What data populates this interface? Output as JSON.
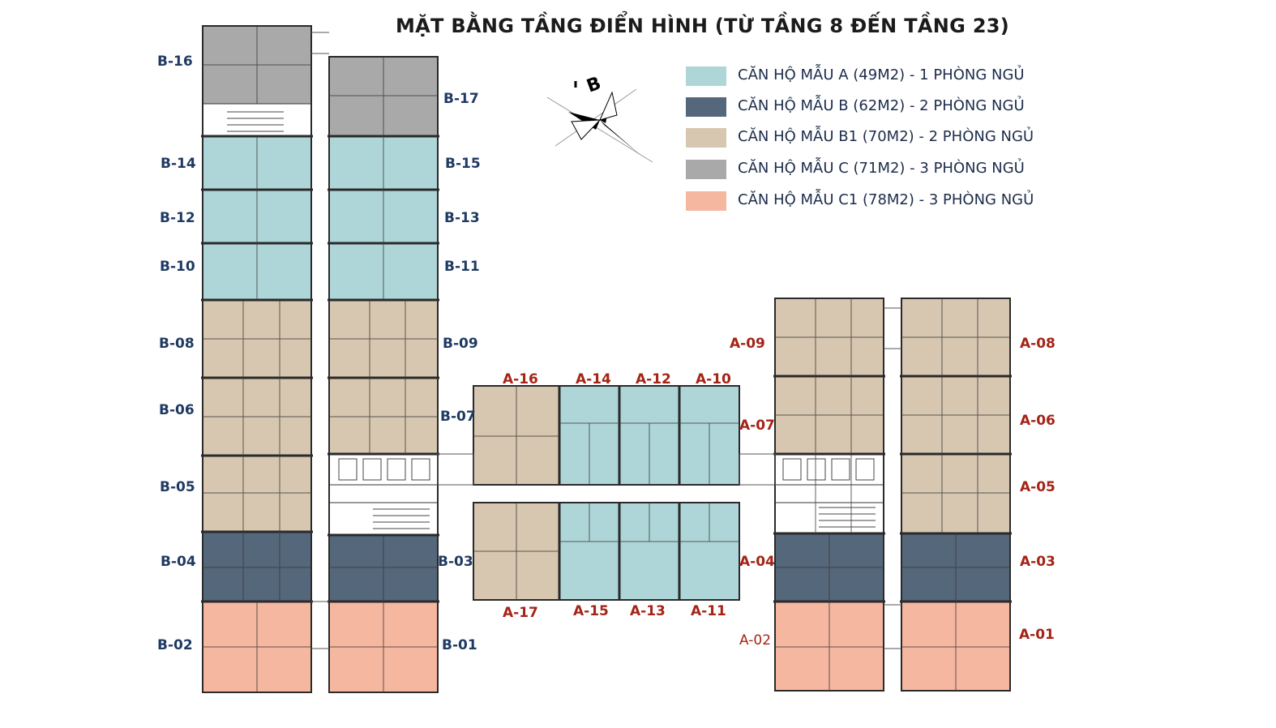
{
  "title": "MẶT BẰNG TẦNG ĐIỂN HÌNH (TỪ TẦNG 8 ĐẾN TẦNG 23)",
  "compass": {
    "label": "B"
  },
  "colors": {
    "type_a": "#aed6d8",
    "type_b": "#55677b",
    "type_b1": "#d7c7b0",
    "type_c": "#a9a9a9",
    "type_c1": "#f6b7a0",
    "label_block_b": "#1f3a63",
    "label_block_a": "#a42416"
  },
  "legend": [
    {
      "type": "a",
      "label": "CĂN HỘ MẪU A (49M2) - 1 PHÒNG NGỦ"
    },
    {
      "type": "b",
      "label": "CĂN HỘ MẪU B (62M2) - 2 PHÒNG NGỦ"
    },
    {
      "type": "b1",
      "label": "CĂN HỘ MẪU B1 (70M2) - 2 PHÒNG NGỦ"
    },
    {
      "type": "c",
      "label": "CĂN HỘ MẪU C (71M2) - 3 PHÒNG NGỦ"
    },
    {
      "type": "c1",
      "label": "CĂN HỘ MẪU C1 (78M2) - 3 PHÒNG NGỦ"
    }
  ],
  "units": {
    "B-16": "B-16",
    "B-17": "B-17",
    "B-14": "B-14",
    "B-15": "B-15",
    "B-12": "B-12",
    "B-13": "B-13",
    "B-10": "B-10",
    "B-11": "B-11",
    "B-08": "B-08",
    "B-09": "B-09",
    "B-06": "B-06",
    "B-07": "B-07",
    "B-05": "B-05",
    "B-04": "B-04",
    "B-03": "B-03",
    "B-02": "B-02",
    "B-01": "B-01",
    "A-16": "A-16",
    "A-14": "A-14",
    "A-12": "A-12",
    "A-10": "A-10",
    "A-17": "A-17",
    "A-15": "A-15",
    "A-13": "A-13",
    "A-11": "A-11",
    "A-09": "A-09",
    "A-08": "A-08",
    "A-07": "A-07",
    "A-06": "A-06",
    "A-05": "A-05",
    "A-04": "A-04",
    "A-03": "A-03",
    "A-02": "A-02",
    "A-01": "A-01"
  }
}
